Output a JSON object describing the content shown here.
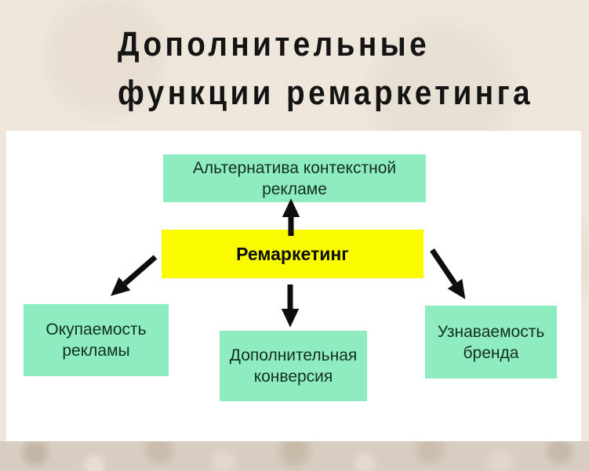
{
  "title": {
    "line1": "Дополнительные",
    "line2": "функции ремаркетинга"
  },
  "diagram": {
    "center_label": "Ремаркетинг",
    "nodes": {
      "top": {
        "label": "Альтернатива контекстной рекламе"
      },
      "left": {
        "label": "Окупаемость рекламы"
      },
      "bottom": {
        "label": "Дополнительная конверсия"
      },
      "right": {
        "label": "Узнаваемость бренда"
      }
    },
    "arrows": [
      {
        "name": "arrow-up",
        "from": "center",
        "to": "top"
      },
      {
        "name": "arrow-down",
        "from": "center",
        "to": "bottom"
      },
      {
        "name": "arrow-down-left",
        "from": "center",
        "to": "left"
      },
      {
        "name": "arrow-down-right",
        "from": "center",
        "to": "right"
      }
    ]
  },
  "colors": {
    "page_background": "#EFE7DC",
    "footer_texture": "#D7CDC0",
    "panel_background": "#FFFFFF",
    "node_green": "#8FEBC0",
    "center_yellow": "#FBFB00",
    "arrow_black": "#0E0E0E",
    "title_text": "#141414",
    "node_text": "#12301F"
  }
}
